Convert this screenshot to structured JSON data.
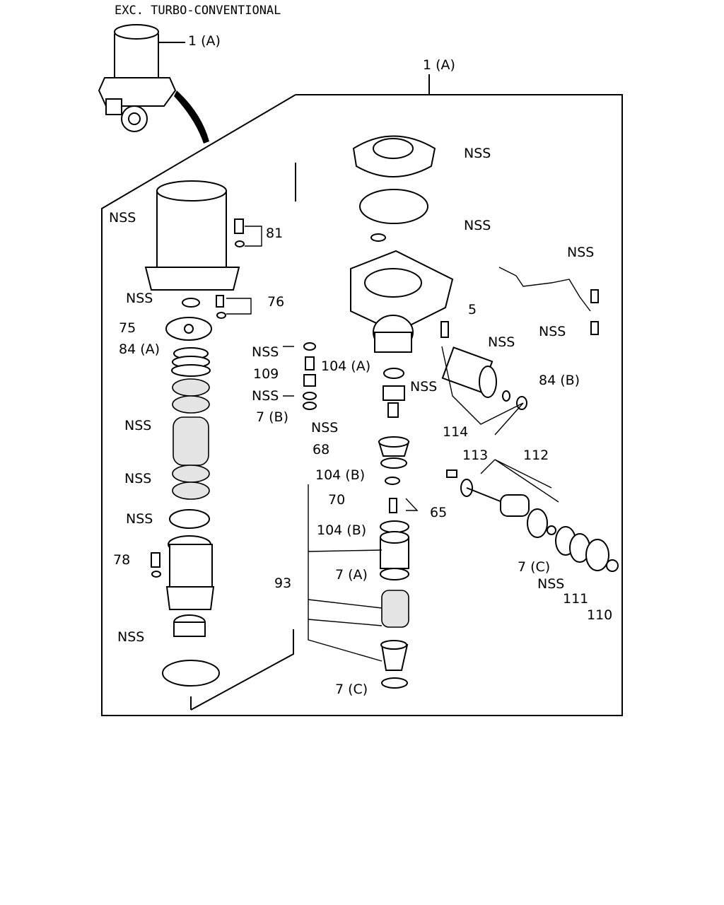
{
  "header": "EXC. TURBO-CONVENTIONAL",
  "labels": {
    "assy_small": "1 (A)",
    "assy_main": "1 (A)",
    "nss": "NSS",
    "p5": "5",
    "p7a": "7 (A)",
    "p7b": "7 (B)",
    "p7c": "7 (C)",
    "p65": "65",
    "p68": "68",
    "p70": "70",
    "p75": "75",
    "p76": "76",
    "p78": "78",
    "p81": "81",
    "p84a": "84 (A)",
    "p84b": "84 (B)",
    "p93": "93",
    "p104a": "104 (A)",
    "p104b": "104 (B)",
    "p109": "109",
    "p110": "110",
    "p111": "111",
    "p112": "112",
    "p113": "113",
    "p114": "114"
  }
}
